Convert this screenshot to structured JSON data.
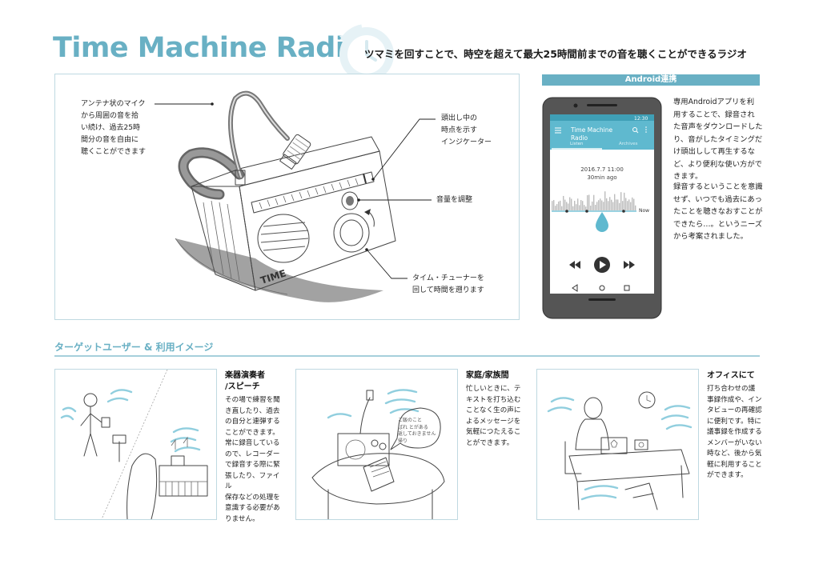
{
  "header": {
    "title": "Time Machine Radio",
    "subtitle": "ツマミを回すことで、時空を超えて最大25時間前までの音を聴くことができるラジオ"
  },
  "main_illustration": {
    "notes": {
      "antenna_mic": [
        "アンテナ状のマイク",
        "から周囲の音を拾",
        "い続け、過去25時",
        "間分の音を自由に",
        "聴くことができます"
      ],
      "indicator": [
        "頭出し中の",
        "時点を示す",
        "インジケーター"
      ],
      "volume": [
        "音量を調整"
      ],
      "tuner": [
        "タイム・チューナーを",
        "回して時間を遡ります"
      ]
    },
    "radio_label": "TIME"
  },
  "android": {
    "bar_label": "Android連携",
    "app": {
      "title_line1": "Time Machine",
      "title_line2": "Radio",
      "status_time": "12:30",
      "tab_listen": "Listen",
      "tab_archives": "Archives",
      "date": "2016.7.7 11:00",
      "ago": "30min ago",
      "now_label": "Now"
    },
    "description_1": [
      "専用Androidアプリを利",
      "用することで、録音され",
      "た音声をダウンロードした",
      "り、音がしたタイミングだ",
      "け頭出しして再生するな",
      "ど、より便利な使い方がで",
      "きます。"
    ],
    "description_2": [
      "録音するということを意識",
      "せず、いつでも過去にあっ",
      "たことを聴きなおすことが",
      "できたら…。というニーズ",
      "から考案されました。"
    ]
  },
  "usage": {
    "section_title": "ターゲットユーザー & 利用イメージ",
    "scenes": [
      {
        "title": [
          "楽器演奏者",
          "/スピーチ"
        ],
        "text": [
          "その場で練習を聞",
          "き直したり、過去",
          "の自分と連弾する",
          "ことができます。",
          "常に録音している",
          "ので、レコーダー",
          "で録音する際に緊",
          "張したり、ファイル",
          "保存などの処理を",
          "意識する必要があ",
          "りません。"
        ]
      },
      {
        "title": [
          "家庭/家族間"
        ],
        "text": [
          "忙しいときに、テ",
          "キストを打ち込む",
          "ことなく生の声に",
          "よるメッセージを",
          "気軽につたえるこ",
          "とができます。"
        ],
        "bubble": [
          "ご飯のこと",
          "ばれ とがある",
          "返しておきません",
          "帰り"
        ]
      },
      {
        "title": [
          "オフィスにて"
        ],
        "text": [
          "打ち合わせの議",
          "事録作成や、イン",
          "タビューの再確認",
          "に便利です。特に",
          "議事録を作成する",
          "メンバーがいない",
          "時など、後から気",
          "軽に利用すること",
          "ができます。"
        ]
      }
    ]
  },
  "colors": {
    "accent": "#69b0c4",
    "panel_border": "#bfd9e1",
    "phone_body": "#555555",
    "app_bar": "#5fb9cf"
  }
}
